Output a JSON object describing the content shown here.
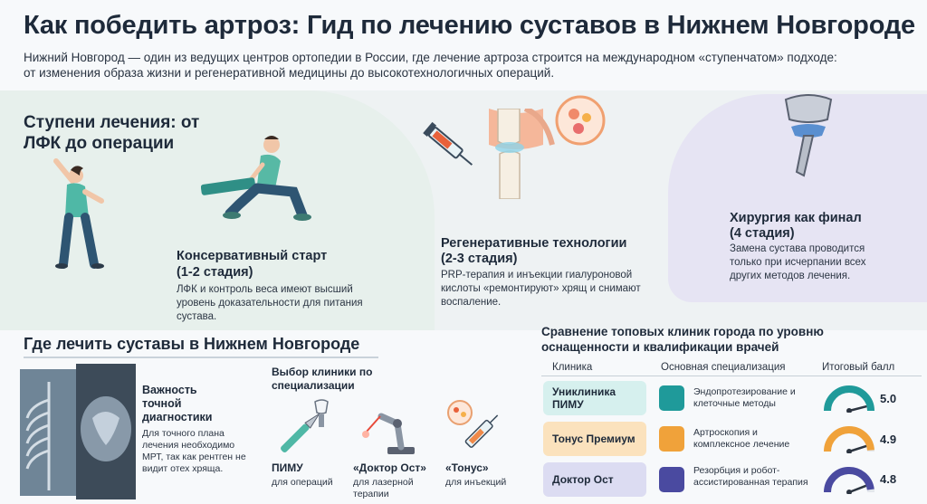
{
  "title": "Как победить артроз: Гид по лечению суставов в Нижнем Новгороде",
  "intro": "Нижний Новгород — один из ведущих центров ортопедии в России, где лечение артроза строится на международном «ступенчатом» подходе: от изменения образа жизни и регенеративной медицины до высокотехнологичных операций.",
  "steps": {
    "title": "Ступени лечения: от ЛФК до операции",
    "conservative": {
      "heading": "Консервативный старт",
      "stage": "(1-2 стадия)",
      "text": "ЛФК и контроль веса имеют высший уровень доказательности для питания сустава."
    },
    "regenerative": {
      "heading": "Регенеративные технологии",
      "stage": "(2-3 стадия)",
      "text": "PRP-терапия и инъекции гиалуроновой кислоты «ремонтируют» хрящ и снимают воспаление."
    },
    "surgery": {
      "heading": "Хирургия как финал",
      "stage": "(4 стадия)",
      "text": "Замена сустава проводится только при исчерпании всех других методов лечения."
    }
  },
  "where": {
    "title": "Где лечить суставы в Нижнем Новгороде",
    "diagnostics": {
      "heading": "Важность точной диагностики",
      "text": "Для точного плана лечения необходимо МРТ, так как рентген не видит отех хряща."
    },
    "choice": {
      "heading": "Выбор клиники по специализации",
      "items": [
        {
          "name": "ПИМУ",
          "sub": "для операций"
        },
        {
          "name": "«Доктор Ост»",
          "sub": "для лазерной терапии"
        },
        {
          "name": "«Тонус»",
          "sub": "для инъекций"
        }
      ]
    }
  },
  "comparison": {
    "title": "Сравнение топовых клиник города по уровню оснащенности и квалификации врачей",
    "headers": {
      "clinic": "Клиника",
      "spec": "Основная специализация",
      "score": "Итоговый балл"
    },
    "rows": [
      {
        "clinic": "Униклиника ПИМУ",
        "spec": "Эндопротезирование и клеточные методы",
        "score": "5.0",
        "level": 1.0,
        "color": "#1f9a9a",
        "bg": "#d6f0ee"
      },
      {
        "clinic": "Тонус Премиум",
        "spec": "Артроскопия и комплексное лечение",
        "score": "4.9",
        "level": 0.98,
        "color": "#f0a23a",
        "bg": "#fbe2bd"
      },
      {
        "clinic": "Доктор Ост",
        "spec": "Резорбция и робот-ассистированная терапия",
        "score": "4.8",
        "level": 0.96,
        "color": "#4a4aa0",
        "bg": "#dcdcf2"
      }
    ]
  }
}
